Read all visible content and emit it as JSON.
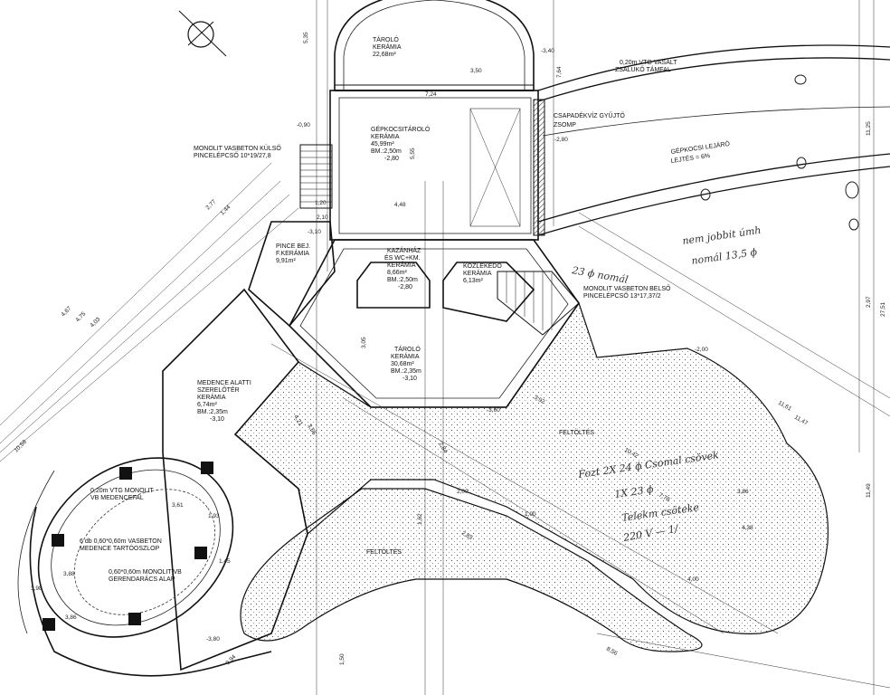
{
  "rooms": {
    "tarolo_top": {
      "name": "TÁROLÓ",
      "floor": "KERÁMIA",
      "area": "22,68m²"
    },
    "garage": {
      "name": "GÉPKOCSITÁROLÓ",
      "floor": "KERÁMIA",
      "area": "45,99m²",
      "height": "BM.:2,50m",
      "level": "-2,80"
    },
    "pince": {
      "name": "PINCE BEJ.",
      "floor": "F.KERÁMIA",
      "area": "9,91m²"
    },
    "kazan": {
      "name": "KAZÁNHÁZ",
      "sub": "ÉS WC+KM.",
      "floor": "KERÁMIA",
      "area": "8,66m²",
      "height": "BM.:2,50m",
      "level": "-2,80"
    },
    "kozlekedo": {
      "name": "KÖZLEKEDŐ",
      "floor": "KERÁMIA",
      "area": "6,13m²"
    },
    "tarolo_mid": {
      "name": "TÁROLÓ",
      "floor": "KERÁMIA",
      "area": "30,68m²",
      "height": "BM.:2,35m",
      "level": "-3,10"
    },
    "medence": {
      "name": "MEDENCE ALATTI",
      "sub": "SZERELŐTÉR",
      "floor": "KERÁMIA",
      "area": "6,74m²",
      "height": "BM.:2,35m",
      "level": "-3,10"
    }
  },
  "notes": {
    "vtg_vasalt": "0,20m VTG VASALT",
    "zsaluko": "ZSALUKŐ TÁMFAL",
    "csapadek": "CSAPADÉKVÍZ GYŰJTŐ",
    "zsomp": "ZSOMP",
    "lejaro": "GÉPKOCSI LEJÁRÓ",
    "lejtes": "LEJTÉS = 6%",
    "monolit_kulso": "MONOLIT VASBETON KÜLSŐ",
    "pincelepcso1": "PINCELÉPCSŐ 10*19/27,8",
    "monolit_belso": "MONOLIT VASBETON BELSŐ",
    "pincelepcso2": "PINCELÉPCSŐ 13*17,37/2",
    "feltoltes1": "FELTÖLTÉS",
    "feltoltes2": "FELTÖLTÉS",
    "medencefal1": "0,20m VTG MONOLIT",
    "medencefal2": "VB MEDENCEFAL",
    "oszlop1": "6 db 0,60*0,60m VASBETON",
    "oszlop2": "MEDENCE TARTÓOSZLOP",
    "gerenda1": "0,60*0,60m MONOLIT VB",
    "gerenda2": "GERENDARÁCS ALAP"
  },
  "handwriting": {
    "h1": "nem jobbit úmh",
    "h2": "nomál 13,5 ϕ",
    "h3": "23 ϕ nomál",
    "h4": "Fozt 2X 24 ϕ Csomal csövek",
    "h5": "1X 23 ϕ",
    "h6": "Telekm csöteke",
    "h7": "220 V — 1/"
  },
  "dimensions": {
    "d1": "5,35",
    "d2": "-3,40",
    "d3": "7,64",
    "d4": "3,50",
    "d5": "7,24",
    "d6": "-0,90",
    "d7": "4,48",
    "d8": "5,55",
    "d9": "-2,80",
    "d10": "11,25",
    "d11": "2,97",
    "d12": "27,51",
    "d13": "-3,10",
    "d14": "1,20",
    "d15": "2,10",
    "d16": "-2,00",
    "d17": "11,61",
    "d18": "11,47",
    "d19": "10,42",
    "d20": "7,78",
    "d21": "11,49",
    "d22": "4,38",
    "d23": "4,00",
    "d24": "3,86",
    "d25": "-3,60",
    "d26": "3,92",
    "d27": "2,84",
    "d28": "4,21",
    "d29": "3,66",
    "d30": "3,05",
    "d31": "2,00",
    "d32": "1,00",
    "d33": "2,83",
    "d34": "3,88",
    "d35": "3,98",
    "d36": "3,61",
    "d37": "1,93",
    "d38": "3,86",
    "d39": "1,45",
    "d40": "-3,80",
    "d41": "9,94",
    "d42": "8,56",
    "d43": "10,58",
    "d44": "4,67",
    "d45": "4,75",
    "d46": "4,03",
    "d47": "2,77",
    "d48": "1,44",
    "d49": "1,50",
    "d50": "1,62"
  }
}
